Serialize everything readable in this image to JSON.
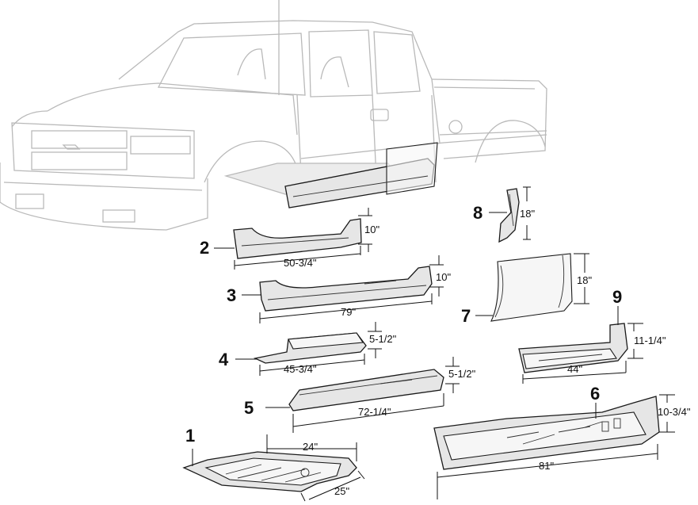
{
  "parts": [
    {
      "number": "1",
      "dims": [
        "24\"",
        "25\""
      ]
    },
    {
      "number": "2",
      "dims": [
        "50-3/4\"",
        "10\""
      ]
    },
    {
      "number": "3",
      "dims": [
        "79\"",
        "10\""
      ]
    },
    {
      "number": "4",
      "dims": [
        "45-3/4\"",
        "5-1/2\""
      ]
    },
    {
      "number": "5",
      "dims": [
        "72-1/4\"",
        "5-1/2\""
      ]
    },
    {
      "number": "6",
      "dims": [
        "81\"",
        "10-3/4\""
      ]
    },
    {
      "number": "7",
      "dims": [
        "18\""
      ]
    },
    {
      "number": "8",
      "dims": [
        "18\""
      ]
    },
    {
      "number": "9",
      "dims": [
        "44\"",
        "11-1/4\""
      ]
    }
  ]
}
